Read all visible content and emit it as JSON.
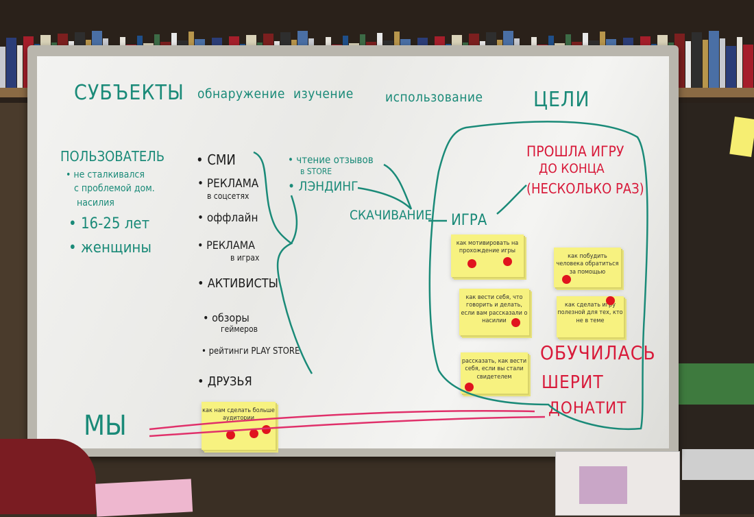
{
  "board": {
    "headers": {
      "subjects": "СУБЪЕКТЫ",
      "discovery": "обнаружение",
      "study": "изучение",
      "usage": "использование",
      "goals": "ЦЕЛИ"
    },
    "user": {
      "title": "ПОЛЬЗОВАТЕЛЬ",
      "bullet1_line1": "• не сталкивался",
      "bullet1_line2": "с проблемой дом.",
      "bullet1_line3": "насилия",
      "bullet2": "• 16-25 лет",
      "bullet3": "• женщины"
    },
    "channels": {
      "smi": "• СМИ",
      "ads_social_1": "• РЕКЛАМА",
      "ads_social_2": "в соцсетях",
      "offline": "• оффлайн",
      "ads_games_1": "• РЕКЛАМА",
      "ads_games_2": "в играх",
      "activists": "• АКТИВИСТЫ",
      "reviews_1": "• обзоры",
      "reviews_2": "геймеров",
      "ratings": "• рейтинги PLAY STORE",
      "friends": "• ДРУЗЬЯ"
    },
    "study": {
      "reviews_1": "• чтение отзывов",
      "reviews_2": "в STORE",
      "landing": "• ЛЭНДИНГ"
    },
    "usage": {
      "download": "СКАЧИВАНИЕ",
      "game": "ИГРА"
    },
    "goals": {
      "finished_1": "ПРОШЛА ИГРУ",
      "finished_2": "ДО КОНЦА",
      "finished_3": "(НЕСКОЛЬКО РАЗ)",
      "learned": "ОБУЧИЛАСЬ",
      "shares": "ШЕРИТ",
      "donates": "ДОНАТИТ"
    },
    "we": "МЫ",
    "stickies": {
      "s1": "как мотивировать на прохождение игры",
      "s2": "как вести себя, что говорить и делать, если вам рассказали о насилии",
      "s3": "рассказать, как вести себя, если вы стали свидетелем",
      "s4": "как побудить человека обратиться за помощью",
      "s5": "как сделать игру полезной для тех, кто не в теме",
      "s6": "как нам сделать больше аудитории"
    }
  },
  "colors": {
    "teal": "#1a8a78",
    "red": "#d81a3a",
    "sticky": "#f7f280",
    "dot": "#e0141e"
  }
}
